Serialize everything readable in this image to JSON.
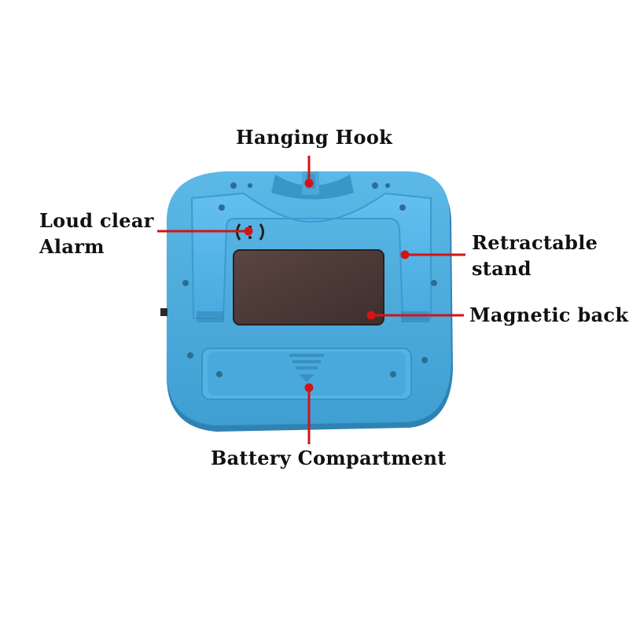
{
  "colors": {
    "body": "#47a9dc",
    "body_shadow": "#2f83b3",
    "stand": "#4cb0e2",
    "magnet": "#4a3836",
    "pointer": "#d41414",
    "label_text": "#111111"
  },
  "callouts": {
    "hook": {
      "text": "Hanging Hook",
      "icon": "line-pointer"
    },
    "alarm": {
      "line1": "Loud clear",
      "line2": "Alarm",
      "icon": "line-pointer"
    },
    "stand": {
      "line1": "Retractable",
      "line2": "stand",
      "icon": "line-pointer"
    },
    "magnet": {
      "text": "Magnetic back",
      "icon": "line-pointer"
    },
    "battery": {
      "text": "Battery Compartment",
      "icon": "line-pointer"
    }
  },
  "device": {
    "alarm_symbol": "((!))",
    "icons": [
      "sound-icon",
      "arrow-down-icon",
      "screw-icon"
    ]
  }
}
